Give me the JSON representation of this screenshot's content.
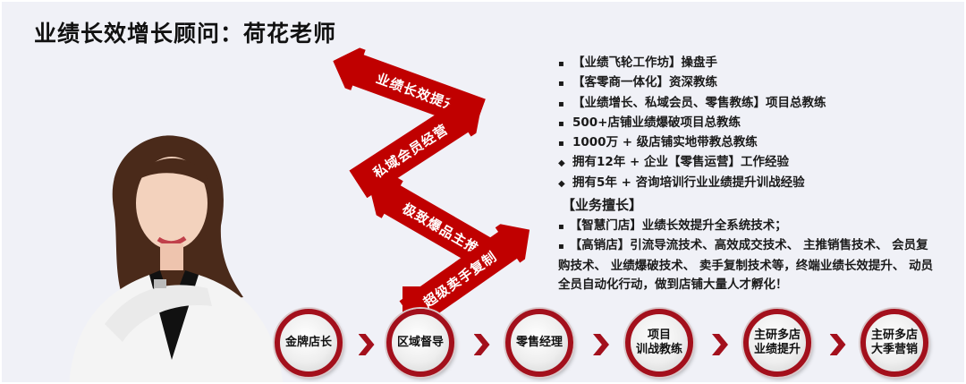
{
  "title": "业绩长效增长顾问：荷花老师",
  "stair_arrows": [
    "业绩长效提升",
    "私域会员经营",
    "极致爆品主推",
    "超级卖手复制"
  ],
  "credentials": [
    {
      "bullet": "▪",
      "text": "【业绩飞轮工作坊】操盘手"
    },
    {
      "bullet": "▪",
      "text": "【客零商一体化】资深教练"
    },
    {
      "bullet": "▪",
      "text": "【业绩增长、私域会员、零售教练】项目总教练"
    },
    {
      "bullet": "▪",
      "text": "500+店铺业绩爆破项目总教练"
    },
    {
      "bullet": "▪",
      "text": "1000万 + 级店铺实地带教总教练"
    },
    {
      "bullet": "◆",
      "text": "拥有12年 + 企业【零售运营】工作经验"
    },
    {
      "bullet": "◆",
      "text": "拥有5年 + 咨询培训行业业绩提升训战经验"
    }
  ],
  "skills": {
    "heading": "【业务擅长】",
    "items": [
      {
        "bullet": "▪",
        "text": "【智慧门店】业绩长效提升全系统技术；"
      },
      {
        "bullet": "▪",
        "text": "【高销店】引流导流技术、高效成交技术、 主推销售技术、 会员复购技术、 业绩爆破技术、 卖手复制技术等，终端业绩长效提升、 动员全员自动化行动，做到店铺大量人才孵化！"
      }
    ]
  },
  "career_path": [
    {
      "line1": "金牌店长",
      "line2": ""
    },
    {
      "line1": "区域督导",
      "line2": ""
    },
    {
      "line1": "零售经理",
      "line2": ""
    },
    {
      "line1": "项目",
      "line2": "训战教练"
    },
    {
      "line1": "主研多店",
      "line2": "业绩提升"
    },
    {
      "line1": "主研多店",
      "line2": "大季营销"
    }
  ],
  "colors": {
    "accent": "#c00000",
    "ring": "#a3101c",
    "background": "#f0f1f7"
  }
}
